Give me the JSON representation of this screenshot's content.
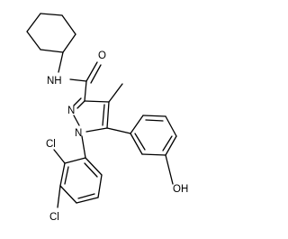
{
  "molecule": {
    "atoms": {
      "amide_nh": "NH",
      "carbonyl_o": "O",
      "pyrazole_n2": "N",
      "pyrazole_n1": "N",
      "phenol_oh": "OH",
      "chloro_ortho": "Cl",
      "chloro_para": "Cl"
    }
  }
}
